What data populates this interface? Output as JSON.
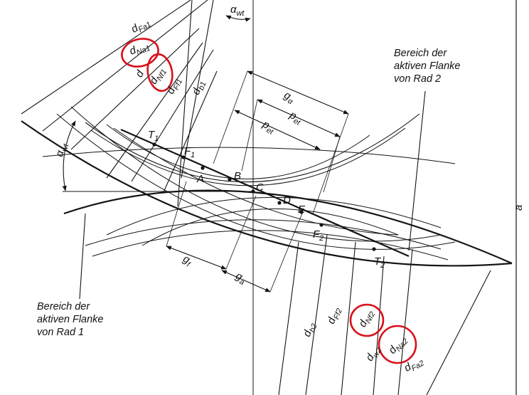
{
  "colors": {
    "ink": "#141414",
    "highlight": "#d8101a",
    "paper": "#ffffff"
  },
  "points": {
    "A": "A",
    "B": "B",
    "C": "C",
    "D": "D",
    "E": "E",
    "F1": "F",
    "F1_sub": "1",
    "F2": "F",
    "F2_sub": "2",
    "T1": "T",
    "T1_sub": "1",
    "T2": "T",
    "T2_sub": "2"
  },
  "dims": {
    "dFa1": "d",
    "dFa1_sub": "Fa1",
    "dNa1": "d",
    "dNa1_sub": "Na1",
    "dNf1": "d",
    "dNf1_sub": "Nf1",
    "dFf1": "d",
    "dFf1_sub": "Ff1",
    "dw1": "d",
    "db1": "d",
    "db1_sub": "b1",
    "alpha_wt_top": "α",
    "alpha_wt_top_sub": "wt",
    "alpha_wt_left": "α",
    "alpha_wt_left_sub": "wt",
    "g_alpha": "g",
    "g_alpha_sub": "α",
    "p_et_1": "p",
    "p_et_1_sub": "et",
    "p_et_2": "p",
    "p_et_2_sub": "et",
    "g_f": "g",
    "g_f_sub": "f",
    "g_a": "g",
    "g_a_sub": "a",
    "db2": "d",
    "db2_sub": "b2",
    "dFf2": "d",
    "dFf2_sub": "Ff2",
    "dNf2": "d",
    "dNf2_sub": "Nf2",
    "dw2": "d",
    "dw2_sub": "w2",
    "dNa2": "d",
    "dNa2_sub": "Na2",
    "dFa2": "d",
    "dFa2_sub": "Fa2",
    "a": "a"
  },
  "notes": {
    "rad2": [
      "Bereich der",
      "aktiven Flanke",
      "von Rad 2"
    ],
    "rad1": [
      "Bereich der",
      "aktiven Flanke",
      "von Rad 1"
    ]
  }
}
